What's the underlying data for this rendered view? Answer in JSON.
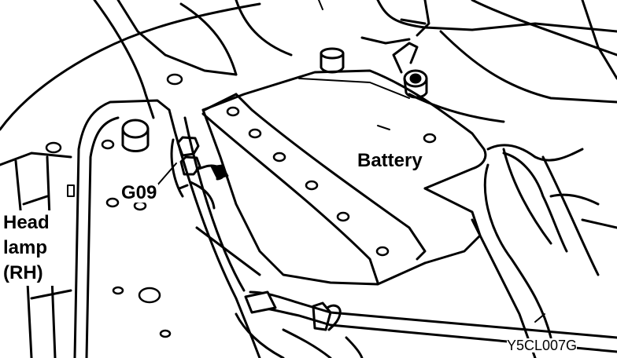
{
  "labels": {
    "battery": "Battery",
    "ground_point": "G09",
    "head_lamp": [
      "Head",
      "lamp",
      "(RH)"
    ],
    "figure_code": "Y5CL007G"
  },
  "colors": {
    "line": "#000000",
    "background": "#ffffff"
  }
}
